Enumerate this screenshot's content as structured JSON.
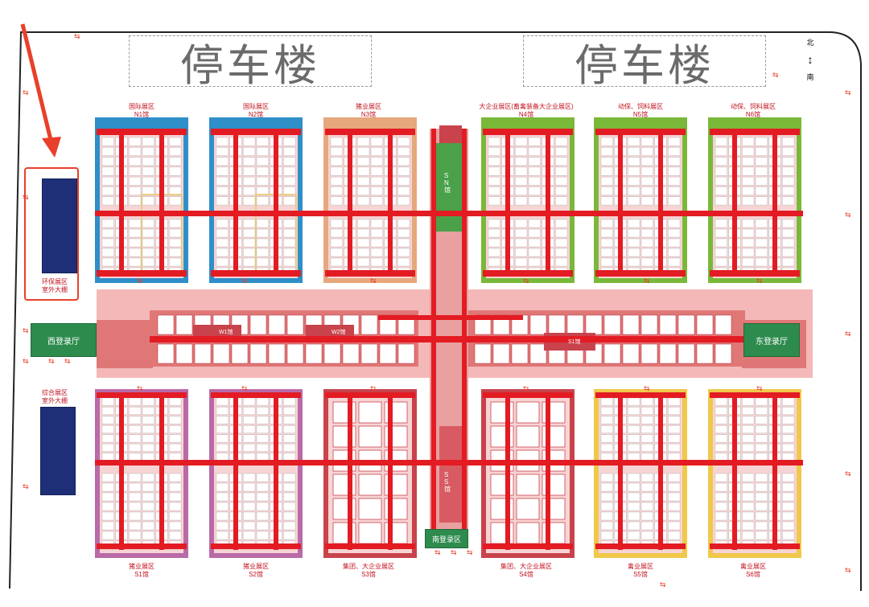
{
  "colors": {
    "corridor": "#e31b23",
    "booth_bg": "#f7d4d4",
    "booth": "#ffffff",
    "center_band": "#e07777",
    "center_block": "#c8434c",
    "outdoor_zone": "#1e2f78",
    "lobby": "#2e8b4e",
    "highlight_frame": "#e8402a",
    "arrow": "#e8402a",
    "label_text": "#c1121f"
  },
  "compass": {
    "north": "北",
    "south": "南"
  },
  "parking": [
    {
      "label": "停车楼"
    },
    {
      "label": "停车楼"
    }
  ],
  "north_halls": [
    {
      "zone": "国际展区",
      "hall": "N1馆",
      "color": "#2f8fc9"
    },
    {
      "zone": "国际展区",
      "hall": "N2馆",
      "color": "#2f8fc9"
    },
    {
      "zone": "猪业展区",
      "hall": "N3馆",
      "color": "#e6a77d"
    },
    {
      "zone": "大企业展区(畜禽装备大企业展区)",
      "hall": "N4馆",
      "color": "#7ab83a"
    },
    {
      "zone": "动保、饲料展区",
      "hall": "N5馆",
      "color": "#7ab83a"
    },
    {
      "zone": "动保、饲料展区",
      "hall": "N6馆",
      "color": "#7ab83a"
    }
  ],
  "south_halls": [
    {
      "zone": "猪业展区",
      "hall": "S1馆",
      "color": "#b96aa7"
    },
    {
      "zone": "猪业展区",
      "hall": "S2馆",
      "color": "#b96aa7"
    },
    {
      "zone": "集团、大企业展区",
      "hall": "S3馆",
      "color": "#c8434c"
    },
    {
      "zone": "集团、大企业展区",
      "hall": "S4馆",
      "color": "#c8434c"
    },
    {
      "zone": "禽业展区",
      "hall": "S5馆",
      "color": "#f0c84a"
    },
    {
      "zone": "禽业展区",
      "hall": "S6馆",
      "color": "#f0c84a"
    }
  ],
  "center_halls": [
    {
      "label": "W1馆"
    },
    {
      "label": "W2馆"
    },
    {
      "label": "S1馆"
    }
  ],
  "spine": {
    "north_label": "SN馆",
    "south_label": "SS馆",
    "lobby": "南登录区"
  },
  "lobbies": {
    "west": "西登录厅",
    "east": "东登录厅"
  },
  "outdoor_zones": [
    {
      "line1": "环保展区",
      "line2": "室外大棚",
      "highlighted": true
    },
    {
      "line1": "综合展区",
      "line2": "室外大棚",
      "highlighted": false
    }
  ]
}
